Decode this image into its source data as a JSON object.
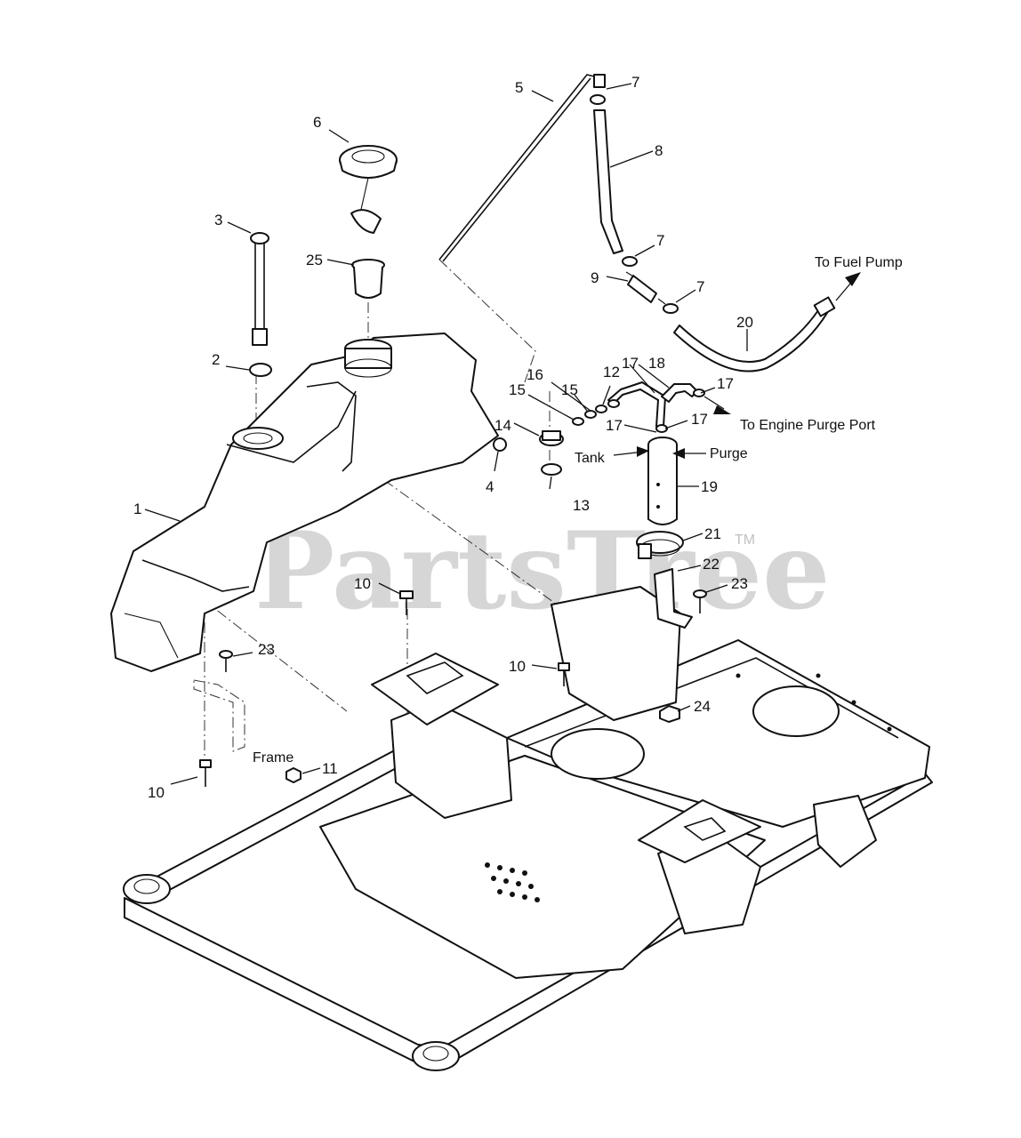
{
  "watermark": {
    "text": "PartsTree",
    "trademark": "TM"
  },
  "callouts": {
    "c1": "1",
    "c2": "2",
    "c3": "3",
    "c4": "4",
    "c5": "5",
    "c6": "6",
    "c7a": "7",
    "c7b": "7",
    "c7c": "7",
    "c8": "8",
    "c9": "9",
    "c10a": "10",
    "c10b": "10",
    "c10c": "10",
    "c11": "11",
    "c12": "12",
    "c13": "13",
    "c14": "14",
    "c15a": "15",
    "c15b": "15",
    "c16": "16",
    "c17a": "17",
    "c17b": "17",
    "c17c": "17",
    "c17d": "17",
    "c18": "18",
    "c19": "19",
    "c20": "20",
    "c21": "21",
    "c22": "22",
    "c23a": "23",
    "c23b": "23",
    "c24": "24",
    "c25": "25"
  },
  "notes": {
    "fuel_pump": "To Fuel Pump",
    "engine_purge": "To Engine Purge Port",
    "tank": "Tank",
    "purge": "Purge",
    "frame": "Frame"
  }
}
